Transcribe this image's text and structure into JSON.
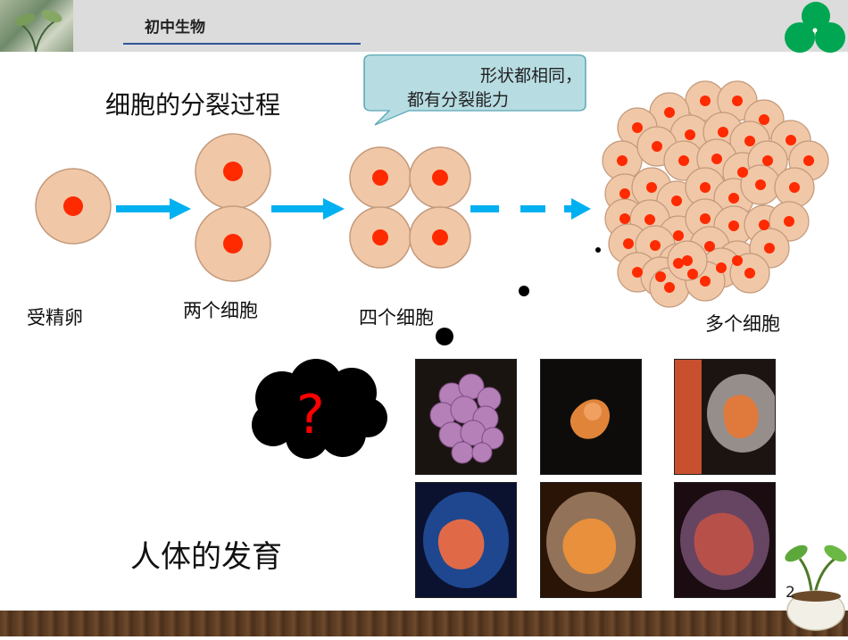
{
  "header": {
    "title": "初中生物"
  },
  "diagram": {
    "heading": "细胞的分裂过程",
    "callout_line1": "形状都相同，",
    "callout_line2": "都有分裂能力",
    "stages": [
      {
        "label": "受精卵"
      },
      {
        "label": "两个细胞"
      },
      {
        "label": "四个细胞"
      },
      {
        "label": "多个细胞"
      }
    ]
  },
  "question": {
    "mark": "?"
  },
  "development": {
    "heading": "人体的发育",
    "photos": [
      {
        "name": "cell-cluster"
      },
      {
        "name": "early-embryo"
      },
      {
        "name": "embryo-in-sac"
      },
      {
        "name": "embryo-with-placenta"
      },
      {
        "name": "fetus-in-sac"
      },
      {
        "name": "late-fetus"
      }
    ]
  },
  "footer": {
    "page_number": "2"
  },
  "colors": {
    "cell_fill": "#f0c8a8",
    "cell_stroke": "#c49a7c",
    "nucleus": "#ff2a00",
    "arrow": "#00b0f0",
    "callout_fill": "#b7dde3",
    "question": "#ff0000"
  }
}
